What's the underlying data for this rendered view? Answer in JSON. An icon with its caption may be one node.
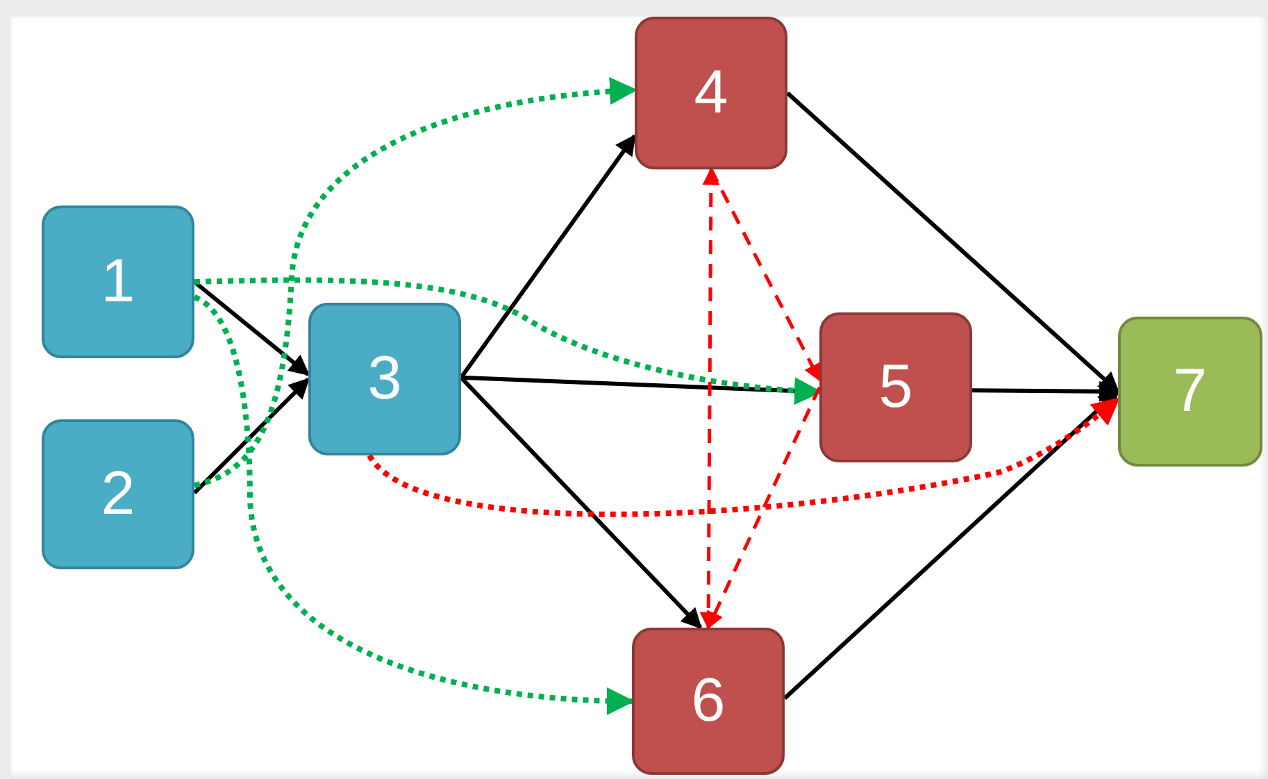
{
  "diagram": {
    "nodes": [
      {
        "text": [
          "1"
        ]
      },
      {
        "text": [
          "2"
        ]
      },
      {
        "text": [
          "3"
        ]
      },
      {
        "text": [
          "4"
        ]
      },
      {
        "text": [
          "5"
        ]
      },
      {
        "text": [
          "6"
        ]
      },
      {
        "text": [
          "7"
        ]
      }
    ],
    "edges": [
      {
        "from": 0,
        "to": 2,
        "arrow": "to"
      },
      {
        "from": 1,
        "to": 2,
        "arrow": "to"
      },
      {
        "from": 2,
        "to": 3,
        "arrow": "to"
      },
      {
        "from": 2,
        "to": 4,
        "arrow": "to"
      },
      {
        "from": 2,
        "to": 5,
        "arrow": "to"
      },
      {
        "from": 3,
        "to": 6,
        "arrow": "to"
      },
      {
        "from": 4,
        "to": 6,
        "arrow": "to"
      },
      {
        "from": 5,
        "to": 6,
        "arrow": "to"
      },
      {
        "from": 0,
        "to": 4,
        "arrow": "to",
        "style": "dashed",
        "color": "#00b050"
      },
      {
        "from": 0,
        "to": 5,
        "arrow": "to",
        "style": "dashed",
        "color": "#00b050"
      },
      {
        "from": 1,
        "to": 3,
        "arrow": "to",
        "style": "dashed",
        "color": "#00b050"
      },
      {
        "from": 2,
        "to": 6,
        "arrow": "to",
        "style": "dashed",
        "color": "#ff0000"
      },
      {
        "from": 3,
        "to": 5,
        "arrow": "both",
        "style": "dashed",
        "color": "#ff0000"
      },
      {
        "from": 3,
        "to": 4,
        "arrow": "to",
        "style": "dashed",
        "color": "#ff0000"
      },
      {
        "from": 4,
        "to": 5,
        "arrow": "to",
        "style": "dashed",
        "color": "#ff0000"
      }
    ]
  }
}
